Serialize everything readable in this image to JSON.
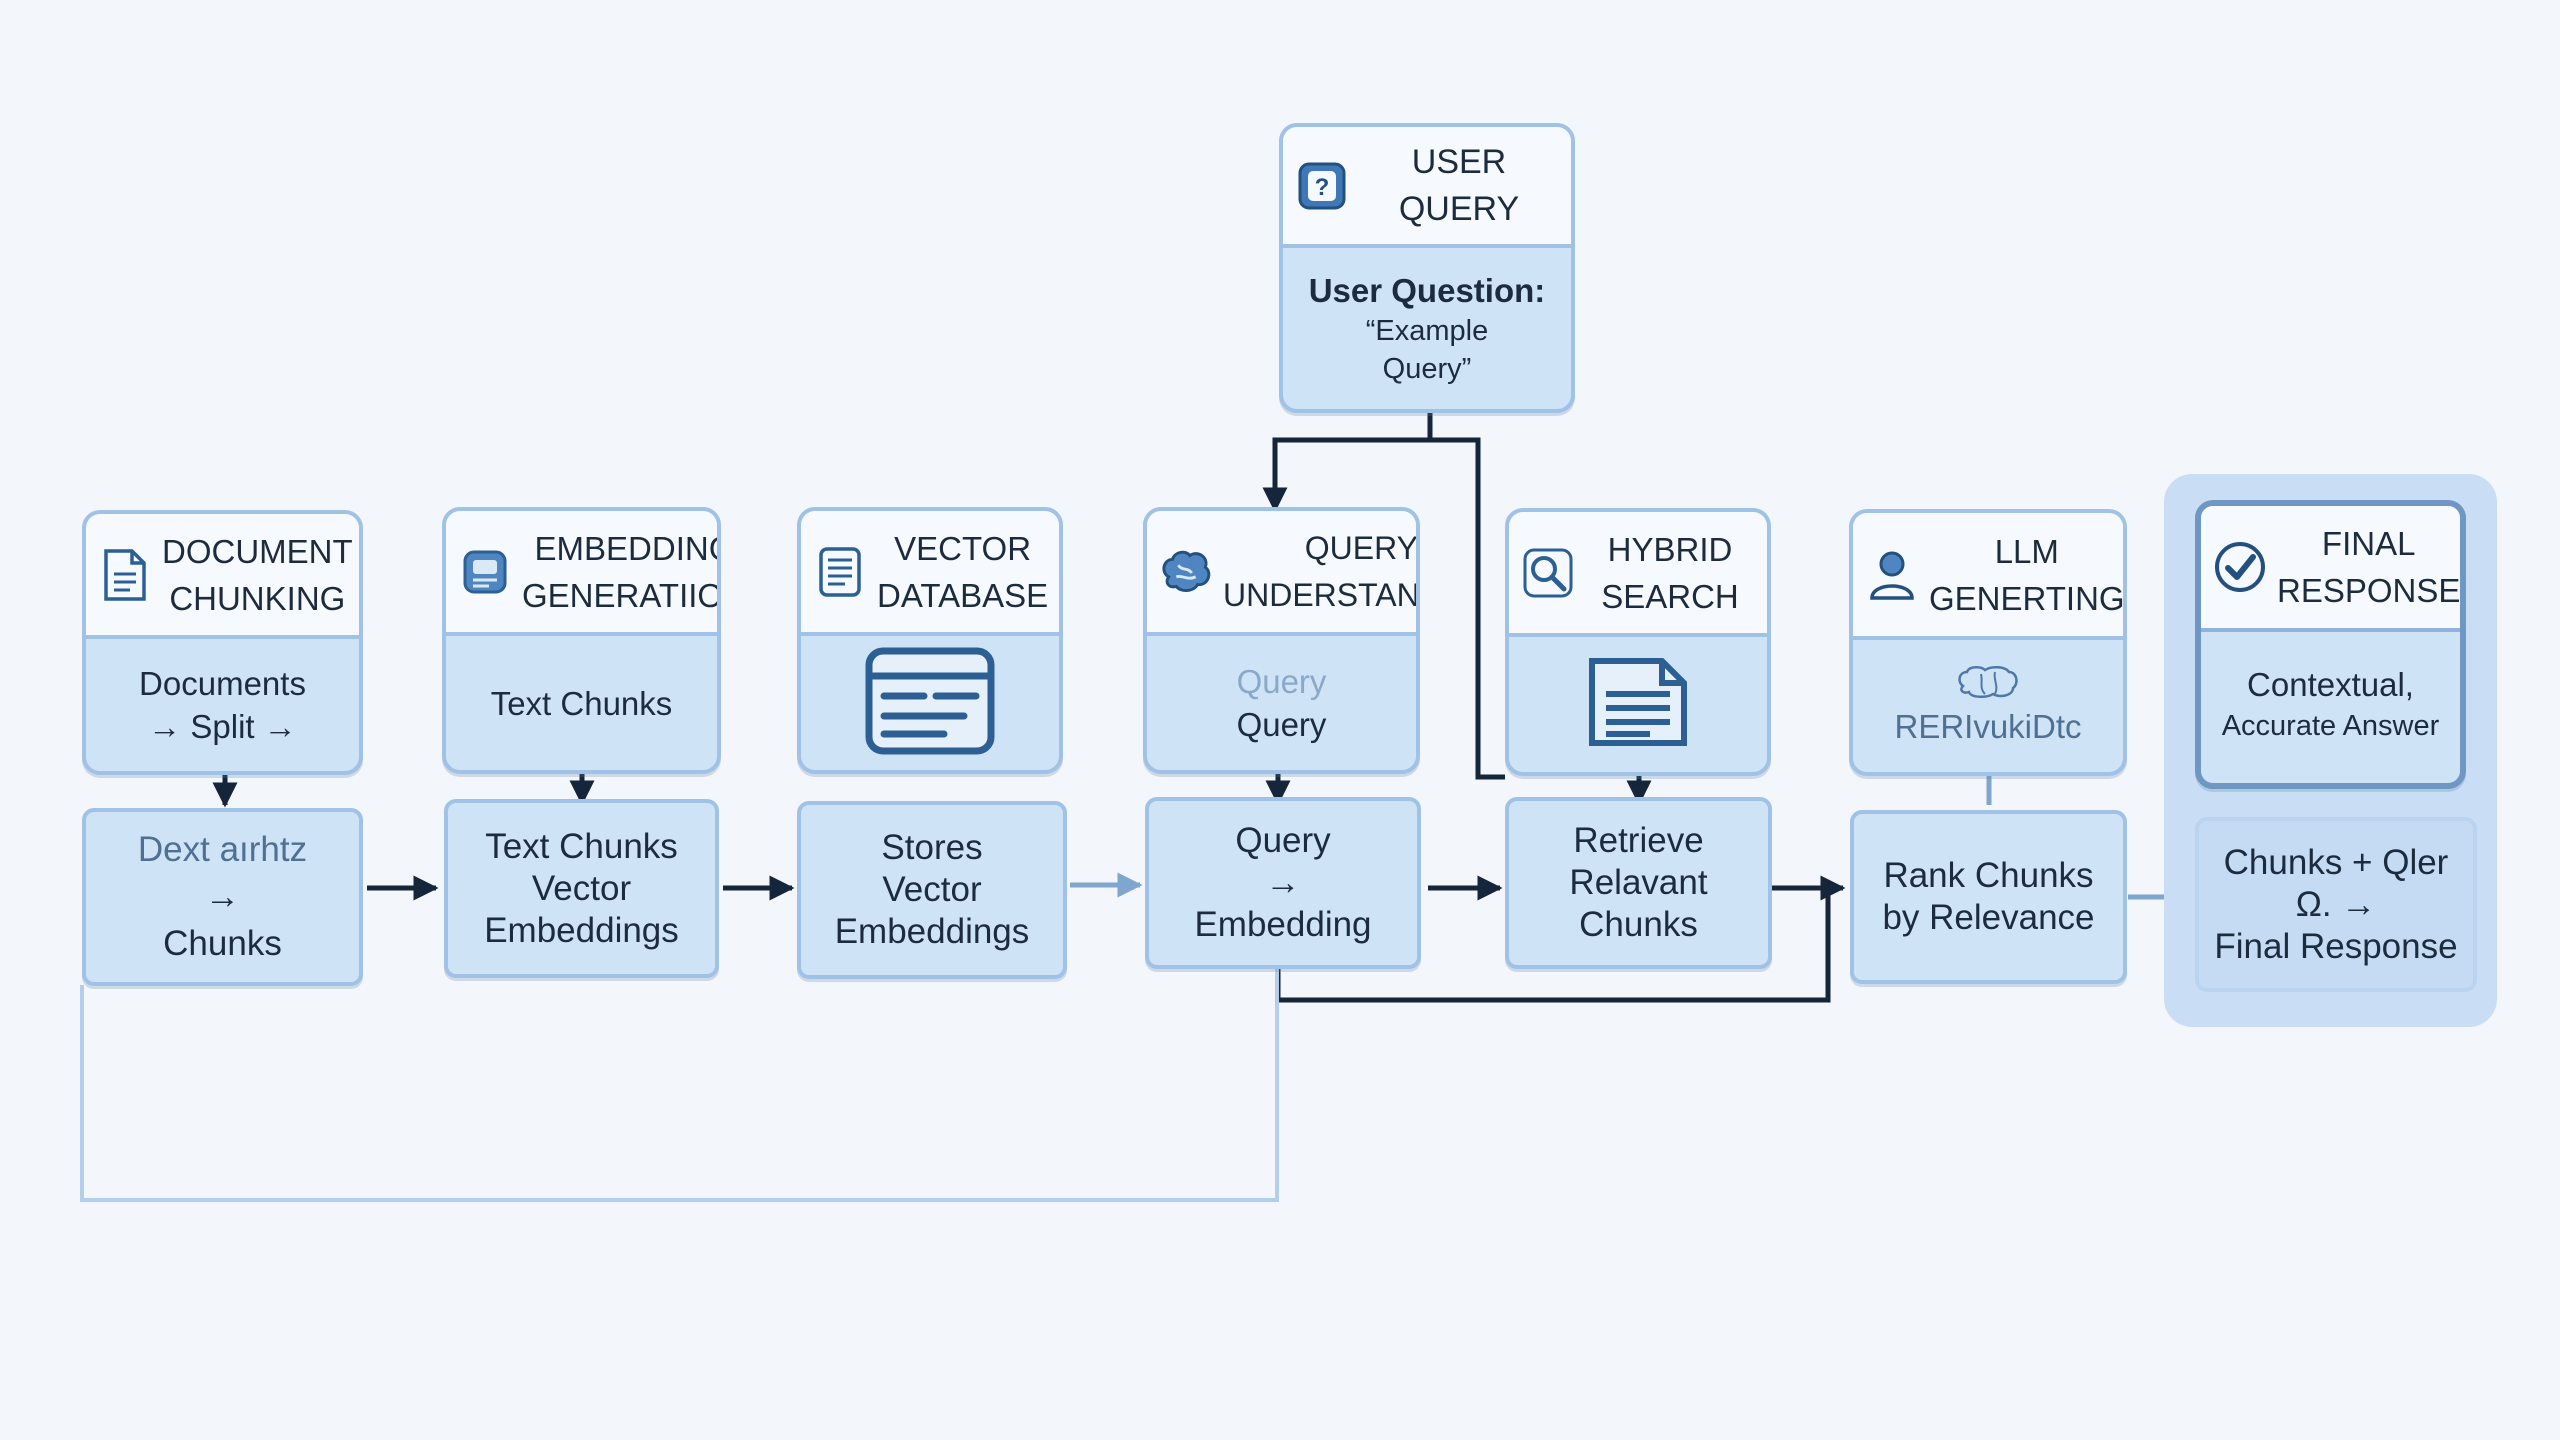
{
  "colors": {
    "background": "#f3f6fa",
    "card_fill": "#cfe3f7",
    "card_border": "#9fc2e6",
    "header_fill": "#f6f9fd",
    "icon_blue": "#2c5f93",
    "connector_dark": "#16263a",
    "connector_light": "#9fc2e6"
  },
  "user_query": {
    "title": "USER QUERY",
    "icon": "question-icon",
    "label": "User Question:",
    "quote_line1": "“Example",
    "quote_line2": "Query”"
  },
  "stages": [
    {
      "icon": "document-icon",
      "title_line1": "DOCUMENT",
      "title_line2": "CHUNKING",
      "body_line1": "Documents",
      "body_line2": "→ Split →",
      "detail_line1": "Dext aırhtz",
      "detail_line2": "→",
      "detail_line3": "Chunks"
    },
    {
      "icon": "embedding-icon",
      "title_line1": "EMBEDDING",
      "title_line2": "GENERATIION",
      "body_line1": "Text Chunks",
      "detail_line1": "Text Chunks",
      "detail_line2": "Vector",
      "detail_line3": "Embeddings"
    },
    {
      "icon": "database-icon",
      "title_line1": "VECTOR",
      "title_line2": "DATABASE",
      "body_icon": "storage-icon",
      "detail_line1": "Stores",
      "detail_line2": "Vector",
      "detail_line3": "Embeddings"
    },
    {
      "icon": "brain-icon",
      "title_line1": "QUERY",
      "title_line2": "UNDERSTANDING",
      "body_line1": "Query",
      "body_line2": "Query",
      "detail_line1": "Query",
      "detail_line2": "→",
      "detail_line3": "Embedding"
    },
    {
      "icon": "search-icon",
      "title_line1": "HYBRID",
      "title_line2": "SEARCH",
      "body_icon": "results-document-icon",
      "detail_line1": "Retrieve",
      "detail_line2": "Relavant",
      "detail_line3": "Chunks"
    },
    {
      "icon": "user-icon",
      "title_line1": "LLM",
      "title_line2": "GENERTING",
      "body_icon": "brain-outline-icon",
      "body_line1": "RERIvukiDtc",
      "detail_line1": "Rank Chunks",
      "detail_line2": "by Relevance"
    },
    {
      "icon": "check-icon",
      "title_line1": "FINAL",
      "title_line2": "RESPONSE",
      "body_line1": "Contextual,",
      "body_line2": "Accurate Answer",
      "detail_line1": "Chunks + Qler",
      "detail_line2": "Ω. →",
      "detail_line3": "Final Response"
    }
  ]
}
